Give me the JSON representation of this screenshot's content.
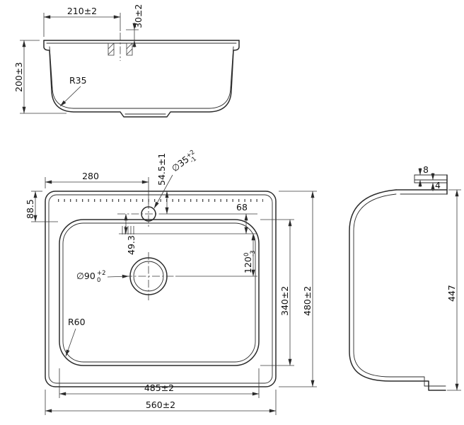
{
  "ink_color": "#2b2b2b",
  "background_color": "#ffffff",
  "front_view": {
    "dim_width_to_hole": "210±2",
    "dim_hole_offset": "30±2",
    "dim_depth": "200±3",
    "radius_label": "R35"
  },
  "plan_view": {
    "dim_hole_from_left": "280",
    "dim_hole_from_top": "54.5±1",
    "faucet_hole_dia": {
      "value": "∅35",
      "tol_upper": "+2",
      "tol_lower": "-1"
    },
    "dim_rim_width": "88.5",
    "dim_hole_to_hatch": "68",
    "dim_hatch_offset": "49.3",
    "dim_hole_to_drain": {
      "value": "120",
      "tol_upper": "0",
      "tol_lower": "-3"
    },
    "drain_dia": {
      "value": "∅90",
      "tol_upper": "+2",
      "tol_lower": "0"
    },
    "dim_bowl_height": "340±2",
    "dim_overall_height": "480±2",
    "radius_label": "R60",
    "dim_bowl_width": "485±2",
    "dim_overall_width": "560±2"
  },
  "side_view": {
    "dim_rim_lip": "8",
    "dim_rim_step": "4",
    "dim_height": "447"
  }
}
